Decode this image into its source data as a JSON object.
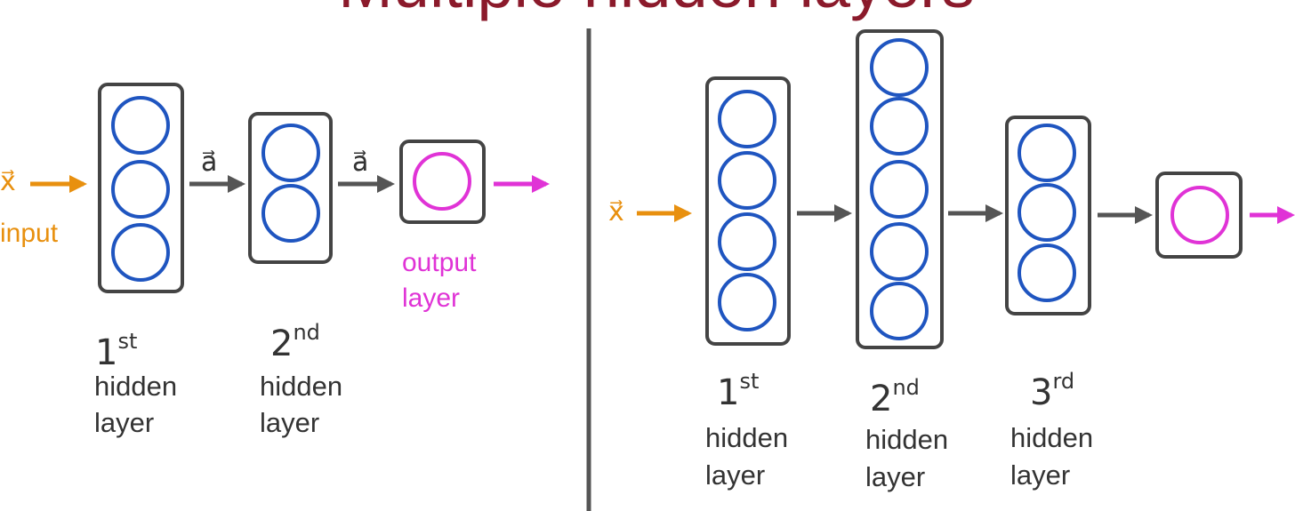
{
  "title": "Multiple hidden layers",
  "colors": {
    "title": "#8b1a2b",
    "neuron": "#1f55c0",
    "output_neuron": "#e033d6",
    "input": "#e8900f",
    "box": "#444444",
    "arrow": "#555555",
    "label": "#333333",
    "divider": "#555555"
  },
  "left": {
    "input_vector": "x⃗",
    "input_label": "input",
    "activation_label": "a⃗",
    "output_label_line1": "output",
    "output_label_line2": "layer",
    "layer1_ordinal": "1",
    "layer1_suffix": "st",
    "layer2_ordinal": "2",
    "layer2_suffix": "nd",
    "hidden_word": "hidden",
    "layer_word": "layer"
  },
  "right": {
    "input_vector": "x⃗",
    "layer1_ordinal": "1",
    "layer1_suffix": "st",
    "layer2_ordinal": "2",
    "layer2_suffix": "nd",
    "layer3_ordinal": "3",
    "layer3_suffix": "rd",
    "hidden_word": "hidden",
    "layer_word": "layer"
  }
}
